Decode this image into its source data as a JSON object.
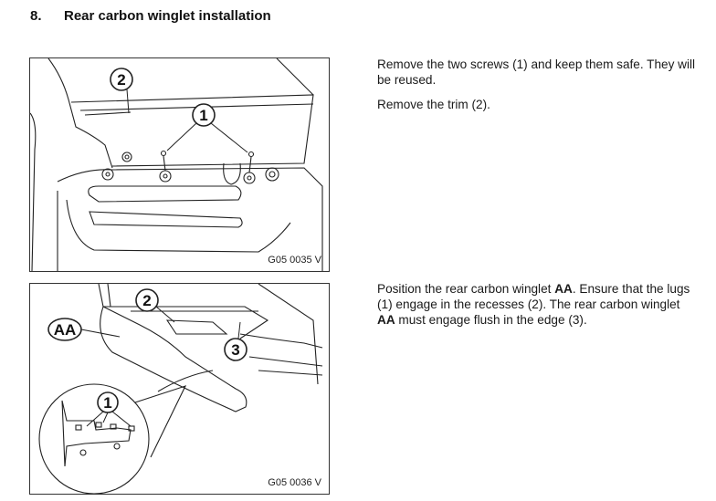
{
  "section": {
    "number": "8.",
    "title": "Rear carbon winglet installation"
  },
  "steps": [
    {
      "figure_code": "G05 0035 V",
      "callouts": [
        "1",
        "2"
      ],
      "paragraphs": [
        "Remove the two screws (1) and keep them safe. They will be reused.",
        "Remove the trim (2)."
      ]
    },
    {
      "figure_code": "G05 0036 V",
      "callouts": [
        "AA",
        "1",
        "2",
        "3"
      ],
      "text": {
        "p1": "Position the rear carbon winglet ",
        "b1": "AA",
        "p2": ". Ensure that the lugs (1) engage in the recesses (2). The rear carbon winglet ",
        "b2": "AA",
        "p3": " must engage flush in the edge (3)."
      }
    }
  ]
}
